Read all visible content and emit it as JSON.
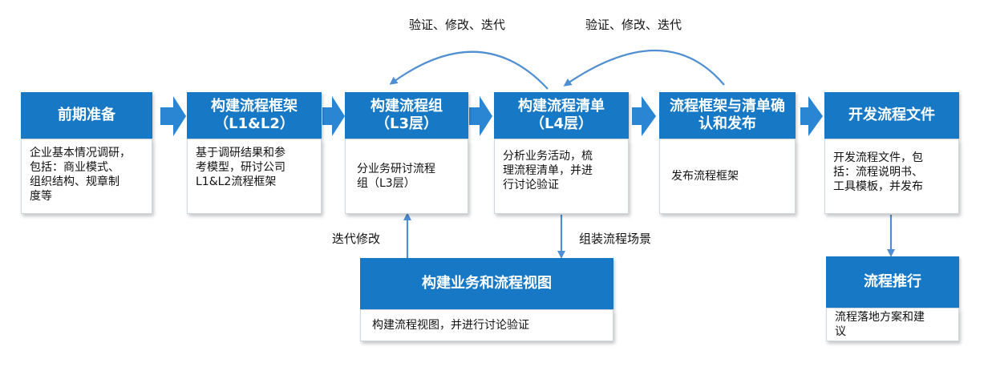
{
  "stages": [
    {
      "title": "前期准备",
      "desc": "企业基本情况调研，\n包括：商业模式、\n组织结构、规章制\n度等"
    },
    {
      "title": "构建流程框架\n（L1&L2）",
      "desc": "基于调研结果和参\n考模型，研讨公司\nL1&L2流程框架"
    },
    {
      "title": "构建流程组\n（L3层）",
      "desc": "分业务研讨流程\n组（L3层）"
    },
    {
      "title": "构建流程清单\n（L4层）",
      "desc": "分析业务活动，梳\n理流程清单，并进\n行讨论验证"
    },
    {
      "title": "流程框架与清单确\n认和发布",
      "desc": "发布流程框架"
    },
    {
      "title": "开发流程文件",
      "desc": "开发流程文件，包\n括：流程说明书、\n工具模板，并发布"
    }
  ],
  "view_box": {
    "title": "构建业务和流程视图",
    "desc": "构建流程视图，并进行讨论验证"
  },
  "rollout_box": {
    "title": "流程推行",
    "desc": "流程落地方案和建\n议"
  },
  "feedback_labels": [
    "验证、修改、迭代",
    "验证、修改、迭代"
  ],
  "iterate_label": "迭代修改",
  "assemble_label": "组装流程场景",
  "colors": {
    "header_blue": "#1779c6",
    "arrow_blue": "#2a86d3",
    "connector_blue": "#4f8fd1"
  }
}
